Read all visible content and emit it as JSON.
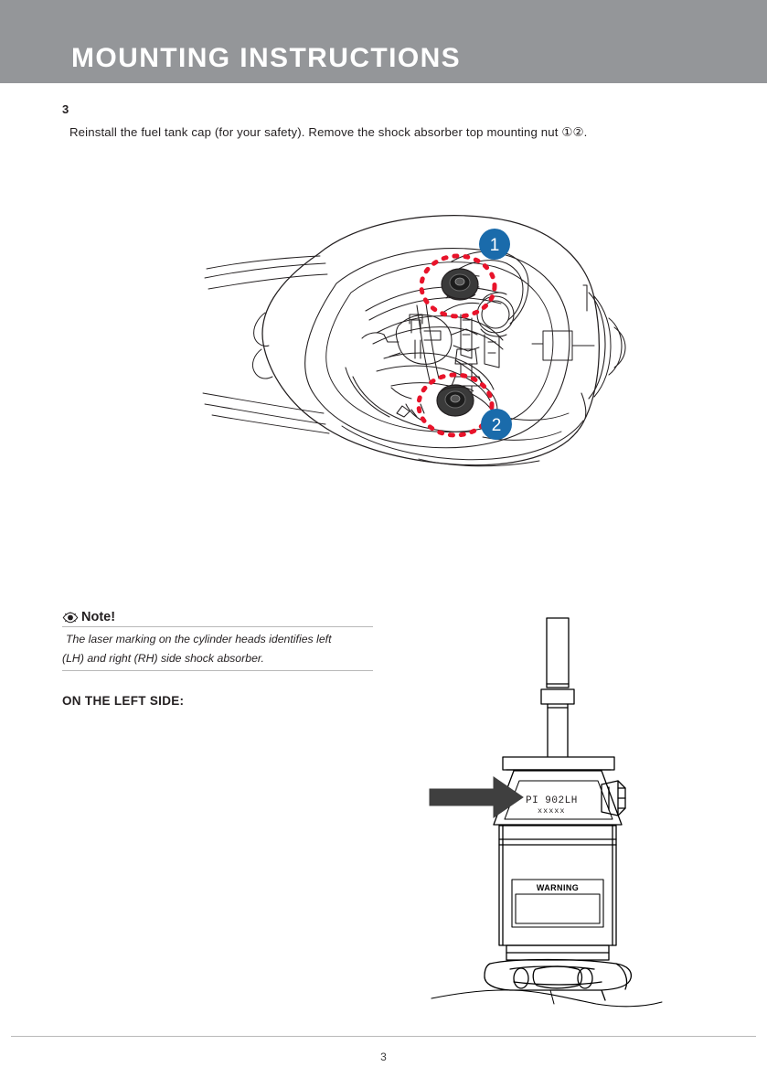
{
  "header": {
    "title": "MOUNTING INSTRUCTIONS",
    "band_color": "#949699",
    "title_color": "#ffffff"
  },
  "step": {
    "number": "3",
    "text_before": "Reinstall the fuel tank cap (for your safety). Remove the shock absorber top mounting nut ",
    "callout_1": "①",
    "callout_2": "②",
    "text_after": "."
  },
  "figure_engine": {
    "name": "fuel-tank-and-shock-absorber-top-mount-view",
    "callouts": [
      {
        "label": "1",
        "badge_color": "#1a6bab",
        "text_color": "#ffffff",
        "highlight_color": "#e8132a"
      },
      {
        "label": "2",
        "badge_color": "#1a6bab",
        "text_color": "#ffffff",
        "highlight_color": "#e8132a"
      }
    ],
    "line_color": "#231f20"
  },
  "note": {
    "icon": "eye-icon",
    "title": "Note!",
    "body_line_1": "The laser marking on the cylinder heads identifies left",
    "body_line_2": "(LH)  and right (RH) side shock absorber.",
    "rule_color": "#b9b9b9"
  },
  "section": {
    "heading": "ON THE LEFT SIDE:"
  },
  "figure_shock": {
    "name": "left-side-shock-absorber-laser-marking",
    "laser_marking": "PI 902LH",
    "laser_marking_sub": "xxxxx",
    "warning_label": "WARNING",
    "arrow": "pointer-arrow-icon",
    "line_color": "#000000"
  },
  "footer": {
    "page_number": "3",
    "rule_color": "#b9b9b9"
  }
}
